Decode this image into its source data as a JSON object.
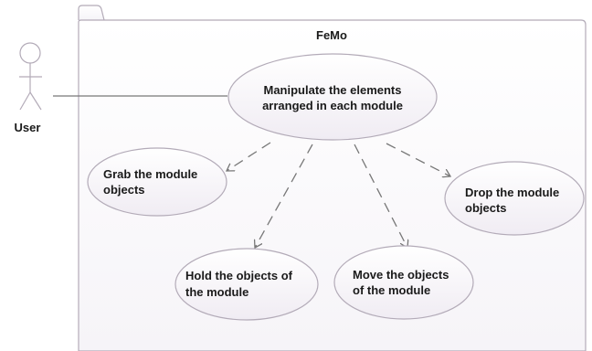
{
  "diagram": {
    "system_name": "FeMo",
    "actor": {
      "label": "User"
    },
    "use_cases": {
      "manipulate": [
        "Manipulate the elements",
        "arranged in each module"
      ],
      "grab": [
        "Grab the module",
        "objects"
      ],
      "drop": [
        "Drop the module",
        "objects"
      ],
      "hold": [
        "Hold the objects of",
        "the module"
      ],
      "move": [
        "Move the objects",
        "of the module"
      ]
    }
  },
  "colors": {
    "ellipse_fill": "#f4f1f7",
    "stroke": "#b3abb8",
    "line": "#777777"
  }
}
